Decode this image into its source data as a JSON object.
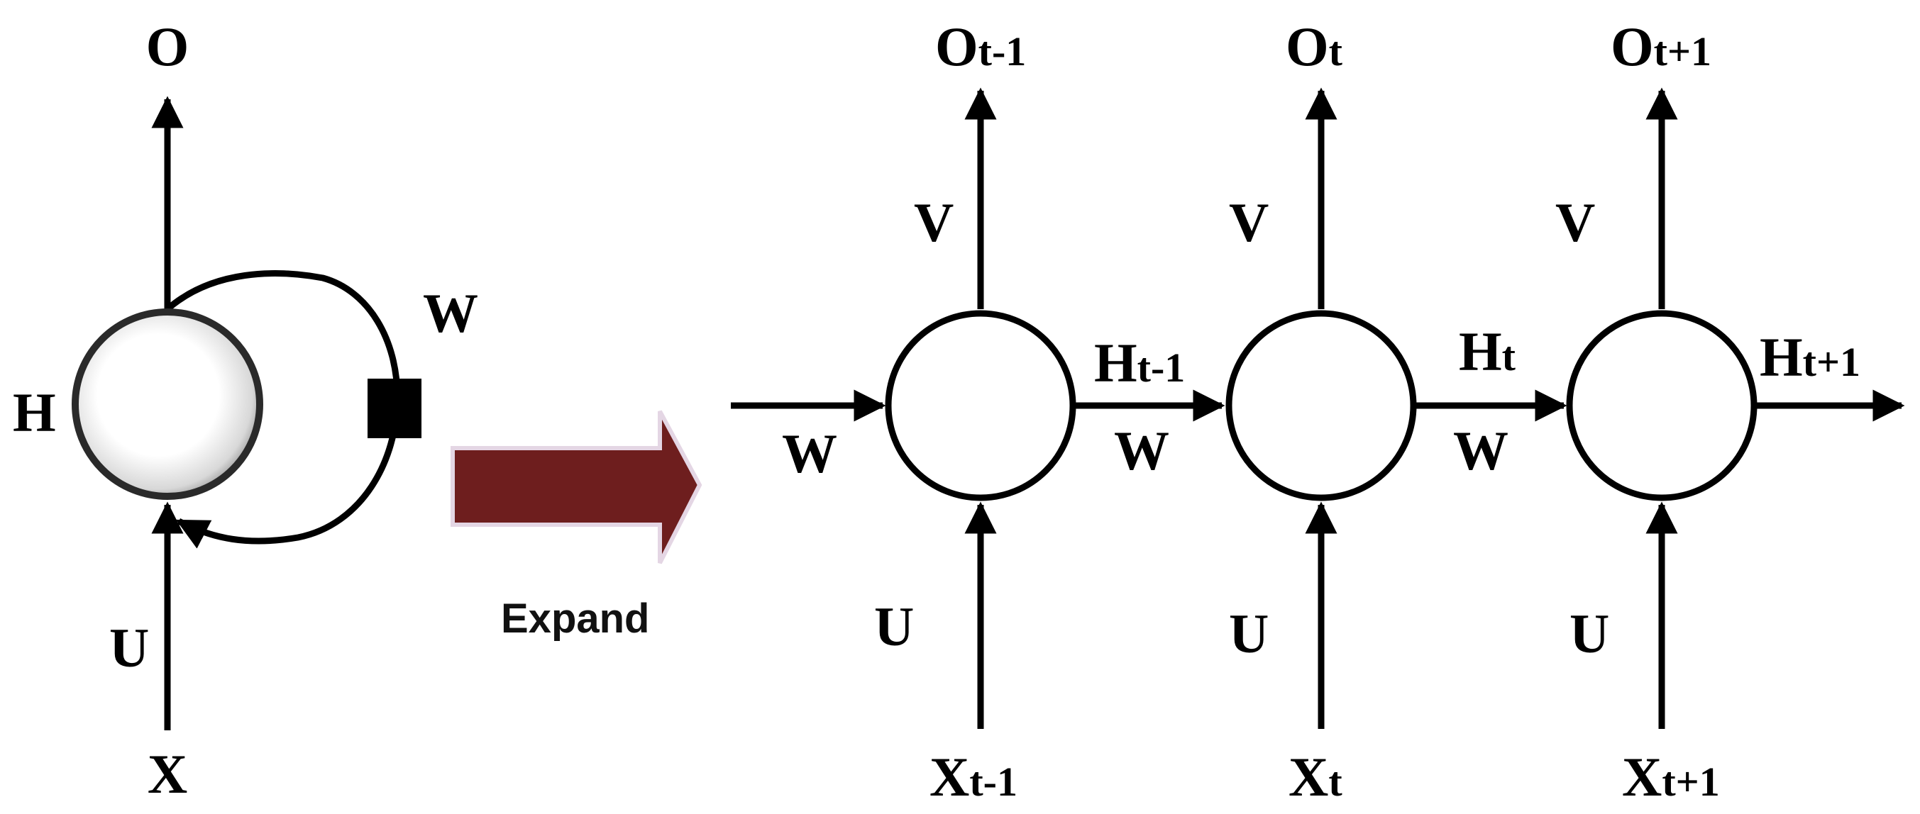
{
  "folded": {
    "output_label": "O",
    "hidden_label": "H",
    "input_label": "X",
    "input_weight_label": "U",
    "recurrent_weight_label": "W"
  },
  "expand_label": "Expand",
  "colors": {
    "expand_arrow": "#6e1e1e",
    "stroke": "#000000"
  },
  "unrolled": {
    "initial_weight_label": "W",
    "steps": [
      {
        "output_main": "O",
        "output_sub": "t-1",
        "input_main": "X",
        "input_sub": "t-1",
        "V_label": "V",
        "U_label": "U",
        "hidden_main": "H",
        "hidden_sub": "t-1",
        "W_label": "W"
      },
      {
        "output_main": "O",
        "output_sub": "t",
        "input_main": "X",
        "input_sub": "t",
        "V_label": "V",
        "U_label": "U",
        "hidden_main": "H",
        "hidden_sub": "t",
        "W_label": "W"
      },
      {
        "output_main": "O",
        "output_sub": "t+1",
        "input_main": "X",
        "input_sub": "t+1",
        "V_label": "V",
        "U_label": "U",
        "hidden_main": "H",
        "hidden_sub": "t+1"
      }
    ]
  }
}
